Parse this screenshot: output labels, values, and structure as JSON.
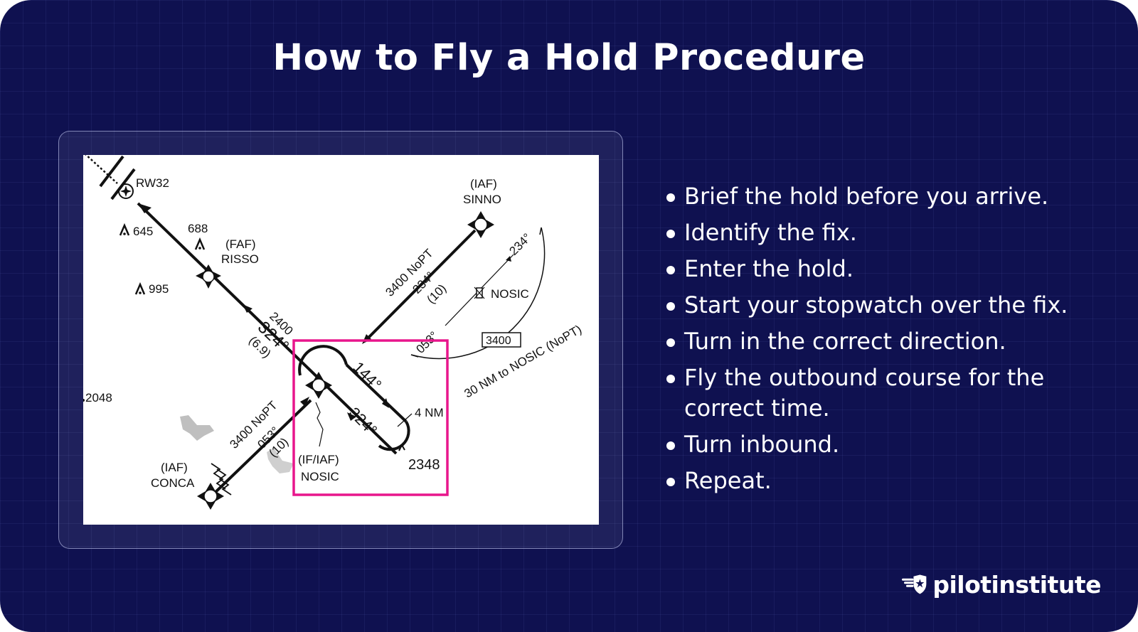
{
  "title": "How to Fly a Hold Procedure",
  "chart": {
    "rw32": "RW32",
    "obst_645": "645",
    "obst_688": "688",
    "obst_995": "995",
    "obst_2048": "2048",
    "faf_label": "(FAF)",
    "risso": "RISSO",
    "iaf_sinno_label": "(IAF)",
    "sinno": "SINNO",
    "nosic_hold_fix": "NOSIC",
    "iaf_conca_label": "(IAF)",
    "conca": "CONCA",
    "if_iaf_label": "(IF/IAF)",
    "nosic": "NOSIC",
    "alt_2400": "2400",
    "crs_324": "324°",
    "dist_69": "(6.9)",
    "sinno_nopt": "3400 NoPT",
    "sinno_crs": "234°",
    "sinno_dist": "(10)",
    "conca_nopt": "3400 NoPT",
    "conca_crs": "053°",
    "conca_dist": "(10)",
    "arc_crs_234": "234°",
    "arc_crs_053": "053°",
    "msa_box": "3400",
    "arc_label": "30 NM to NOSIC (NoPT)",
    "hold_out": "144°",
    "hold_in": "324°",
    "hold_len": "4 NM",
    "hold_alt": "2348",
    "highlight_color": "#e8168c"
  },
  "steps": [
    "Brief the hold before you arrive.",
    "Identify the fix.",
    "Enter the hold.",
    "Start your stopwatch over the fix.",
    "Turn in the correct direction.",
    "Fly the outbound course for the correct time.",
    "Turn inbound.",
    "Repeat."
  ],
  "brand": {
    "name": "pilotinstitute",
    "logo_icon": "winged-star-shield-icon"
  }
}
